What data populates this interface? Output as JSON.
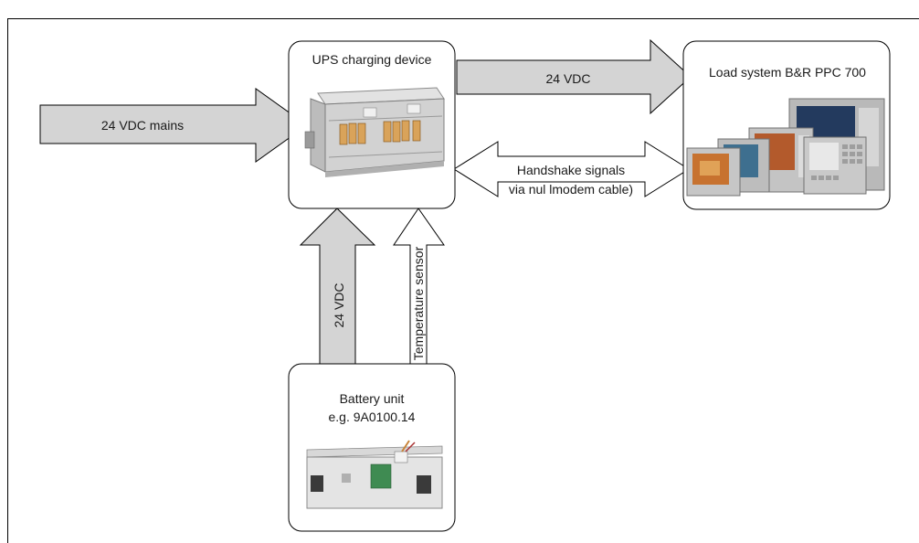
{
  "diagram": {
    "nodes": {
      "ups": {
        "label": "UPS charging device",
        "image": "ups-charging-device-photo"
      },
      "load": {
        "label": "Load system B&R PPC 700",
        "image": "ppc700-panels-photo"
      },
      "battery": {
        "label_line1": "Battery unit",
        "label_line2": "e.g. 9A0100.14",
        "image": "battery-unit-photo"
      }
    },
    "arrows": {
      "mains": {
        "label": "24 VDC mains",
        "direction": "right",
        "fill": "#d4d4d4"
      },
      "ups_to_load": {
        "label": "24 VDC",
        "direction": "right",
        "fill": "#d4d4d4"
      },
      "handshake": {
        "label_line1": "Handshake signals",
        "label_line2": "via nul lmodem cable)",
        "direction": "both",
        "fill": "#ffffff"
      },
      "battery_power": {
        "label": "24 VDC",
        "direction": "up",
        "fill": "#d4d4d4"
      },
      "temperature": {
        "label": "Temperature sensor",
        "direction": "up",
        "fill": "#ffffff"
      }
    }
  }
}
